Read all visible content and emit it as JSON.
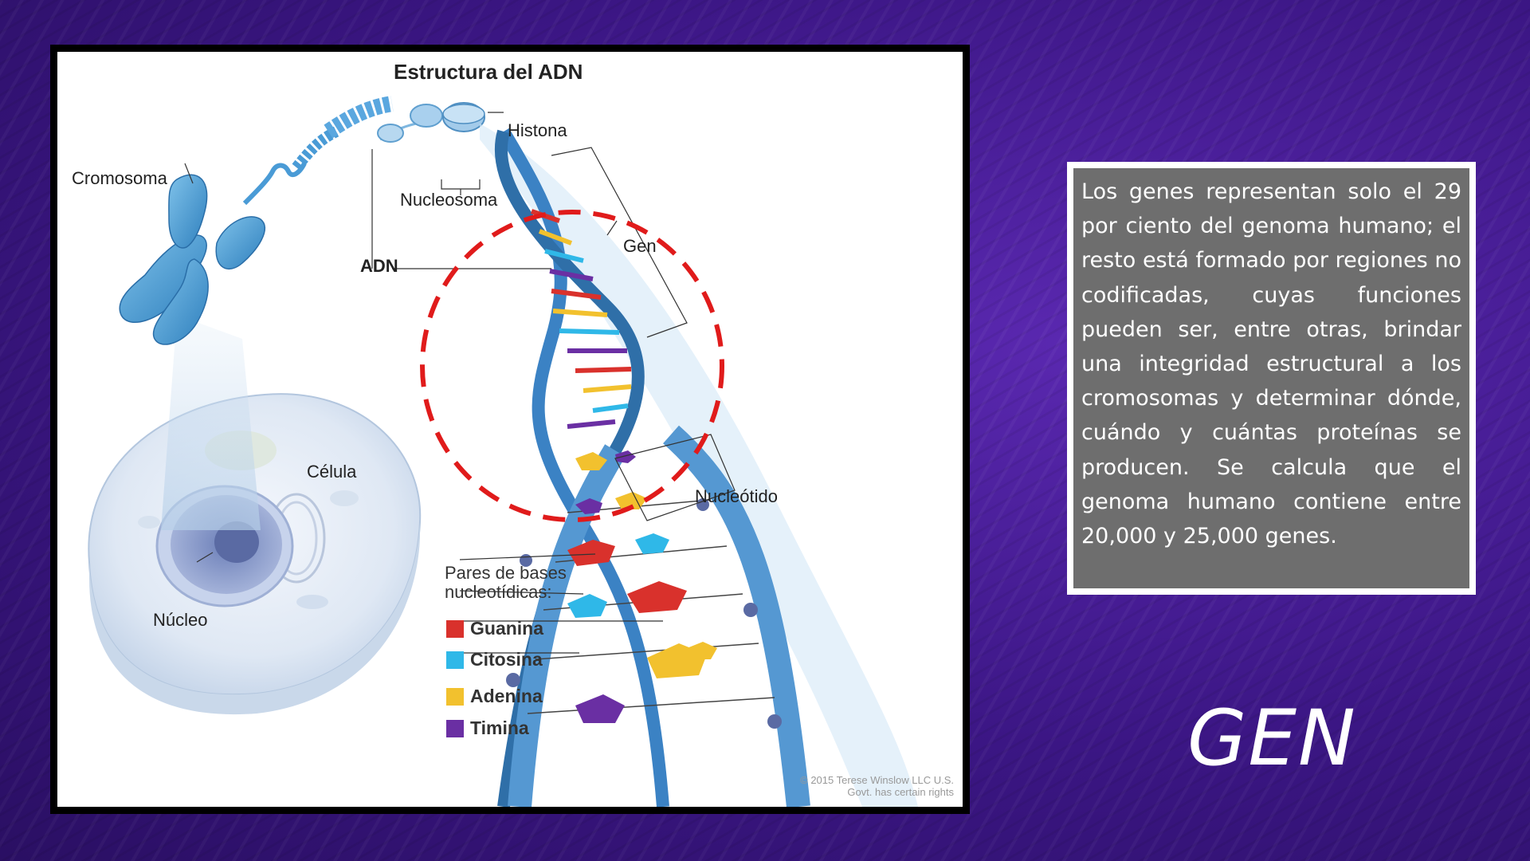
{
  "diagram": {
    "title": "Estructura del ADN",
    "labels": {
      "cromosoma": "Cromosoma",
      "histona": "Histona",
      "nucleosoma": "Nucleosoma",
      "adn": "ADN",
      "gen": "Gen",
      "celula": "Célula",
      "nucleotido": "Nucleótido",
      "nucleo": "Núcleo"
    },
    "legend": {
      "heading": "Pares de bases nucleotídicas:",
      "items": [
        {
          "label": "Guanina",
          "color": "#d9312c"
        },
        {
          "label": "Citosina",
          "color": "#2fb8e8"
        },
        {
          "label": "Adenina",
          "color": "#f2c12e"
        },
        {
          "label": "Timina",
          "color": "#6a2fa3"
        }
      ]
    },
    "credit": "© 2015 Terese Winslow LLC U.S. Govt. has certain rights",
    "highlight_color": "#e01b1b"
  },
  "info_box": {
    "text": "Los genes representan solo el 29 por ciento del genoma humano; el resto está formado por regiones no codificadas, cuyas funciones pueden ser, entre otras, brindar una integridad estructural a los cromosomas y determinar dónde, cuándo y cuántas proteínas se producen. Se calcula que el genoma humano contiene entre 20,000 y 25,000 genes."
  },
  "slide_title": "GEN",
  "colors": {
    "background": "#3e1786",
    "text_box": "#6e6e6e",
    "dna_blue": "#4a90c8"
  }
}
